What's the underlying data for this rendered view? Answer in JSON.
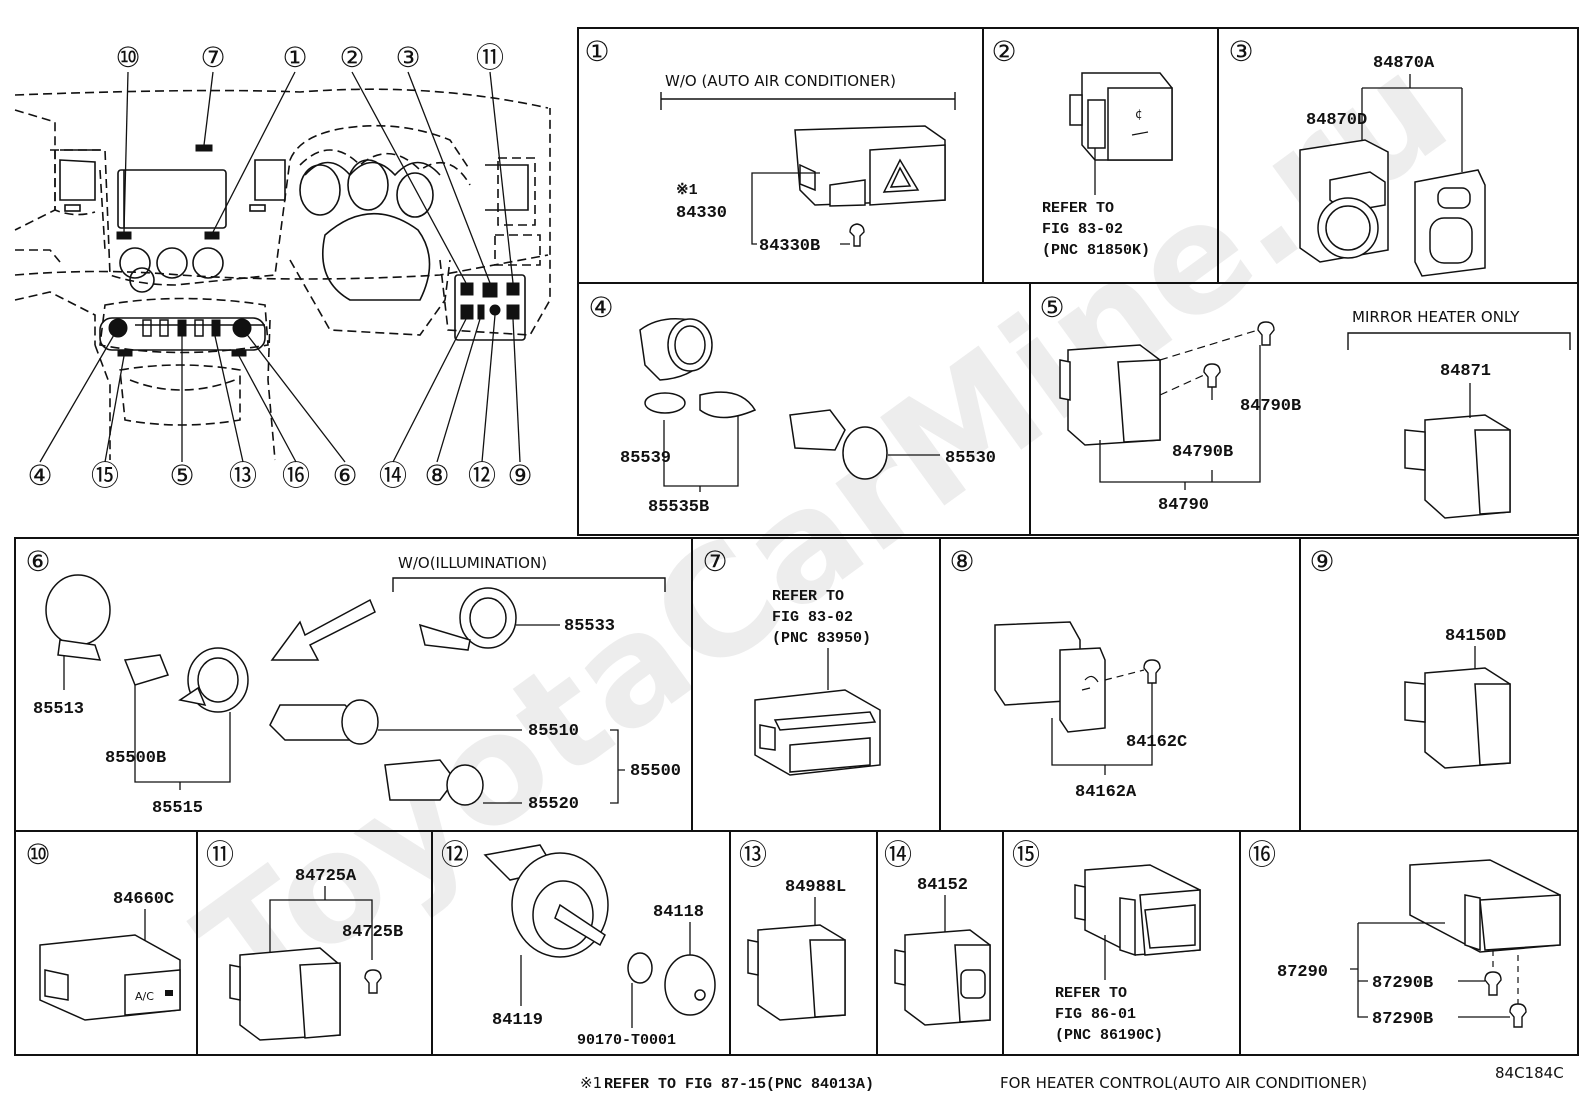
{
  "diagram_code": "84C184C",
  "watermark": "ToyotaCarMine.ru",
  "overview": {
    "callouts_top": [
      "⑩",
      "⑦",
      "①",
      "②",
      "③",
      "⑪"
    ],
    "callouts_bottom": [
      "④",
      "⑮",
      "⑤",
      "⑬",
      "⑯",
      "⑥",
      "⑭",
      "⑧",
      "⑫",
      "⑨"
    ]
  },
  "panels": [
    {
      "n": "①",
      "caption": "W/O (AUTO AIR CONDITIONER)",
      "note": "※1",
      "parts": [
        "84330",
        "84330B"
      ]
    },
    {
      "n": "②",
      "refer": [
        "REFER TO",
        "FIG 83-02",
        "(PNC 81850K)"
      ]
    },
    {
      "n": "③",
      "parts": [
        "84870A",
        "84870D"
      ]
    },
    {
      "n": "④",
      "parts": [
        "85539",
        "85530",
        "85535B"
      ]
    },
    {
      "n": "⑤",
      "caption": "MIRROR HEATER ONLY",
      "parts": [
        "84790B",
        "84790B",
        "84790",
        "84871"
      ]
    },
    {
      "n": "⑥",
      "caption": "W/O(ILLUMINATION)",
      "parts": [
        "85533",
        "85513",
        "85500B",
        "85515",
        "85510",
        "85500",
        "85520"
      ]
    },
    {
      "n": "⑦",
      "refer": [
        "REFER TO",
        "FIG 83-02",
        "(PNC 83950)"
      ]
    },
    {
      "n": "⑧",
      "parts": [
        "84162C",
        "84162A"
      ]
    },
    {
      "n": "⑨",
      "parts": [
        "84150D"
      ]
    },
    {
      "n": "⑩",
      "parts": [
        "84660C"
      ],
      "icon_text": "A/C"
    },
    {
      "n": "⑪",
      "parts": [
        "84725A",
        "84725B"
      ]
    },
    {
      "n": "⑫",
      "parts": [
        "84118",
        "84119",
        "90170-T0001"
      ]
    },
    {
      "n": "⑬",
      "parts": [
        "84988L"
      ]
    },
    {
      "n": "⑭",
      "parts": [
        "84152"
      ]
    },
    {
      "n": "⑮",
      "refer": [
        "REFER TO",
        "FIG 86-01",
        "(PNC 86190C)"
      ]
    },
    {
      "n": "⑯",
      "parts": [
        "87290",
        "87290B",
        "87290B"
      ]
    }
  ],
  "footnote": {
    "mark": "※1",
    "bold": "REFER TO FIG 87-15(PNC 84013A)",
    "plain": "FOR HEATER CONTROL(AUTO AIR CONDITIONER)"
  }
}
